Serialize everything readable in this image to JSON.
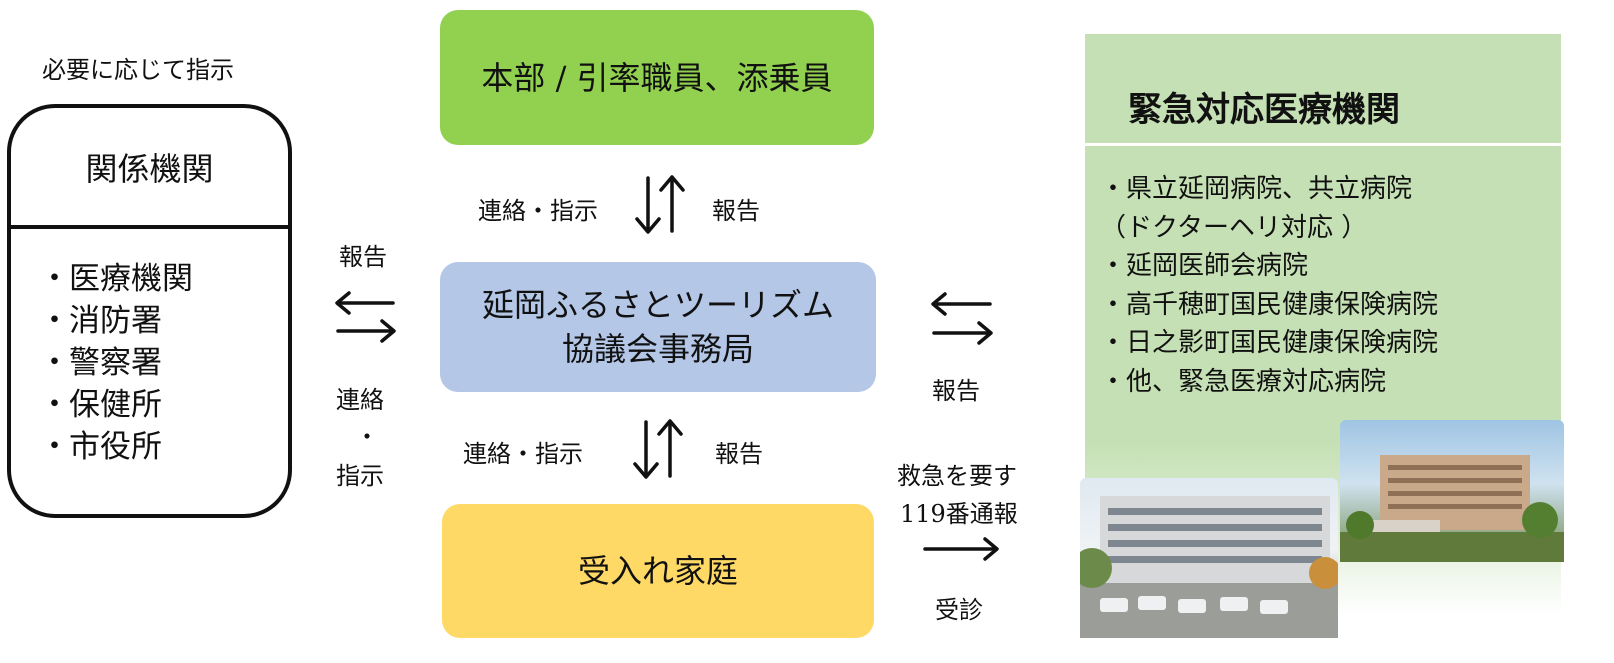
{
  "note": "必要に応じて指示",
  "agencies": {
    "title": "関係機関",
    "items": [
      "医療機関",
      "消防署",
      "警察署",
      "保健所",
      "市役所"
    ]
  },
  "hq": {
    "label": "本部 / 引率職員、添乗員"
  },
  "secretariat": {
    "line1": "延岡ふるさとツーリズム",
    "line2": "協議会事務局"
  },
  "host": {
    "label": "受入れ家庭"
  },
  "links": {
    "hq_contact": "連絡・指示",
    "hq_report": "報告",
    "host_contact": "連絡・指示",
    "host_report": "報告",
    "left_report": "報告",
    "left_contact_line1": "連絡",
    "left_contact_dot": "・",
    "left_contact_line2": "指示",
    "right_report": "報告",
    "emergency_line1": "救急を要す",
    "emergency_line2": "119番通報",
    "consult": "受診"
  },
  "emergency": {
    "title": "緊急対応医療機関",
    "items": [
      "・県立延岡病院、共立病院",
      "（ドクターヘリ対応 ）",
      "・延岡医師会病院",
      "・高千穂町国民健康保険病院",
      "・日之影町国民健康保険病院",
      "・他、緊急医療対応病院"
    ]
  },
  "colors": {
    "hq": "#92d050",
    "secretariat": "#b4c7e7",
    "host": "#ffd966",
    "emergency_panel": "#c5e0b4"
  }
}
